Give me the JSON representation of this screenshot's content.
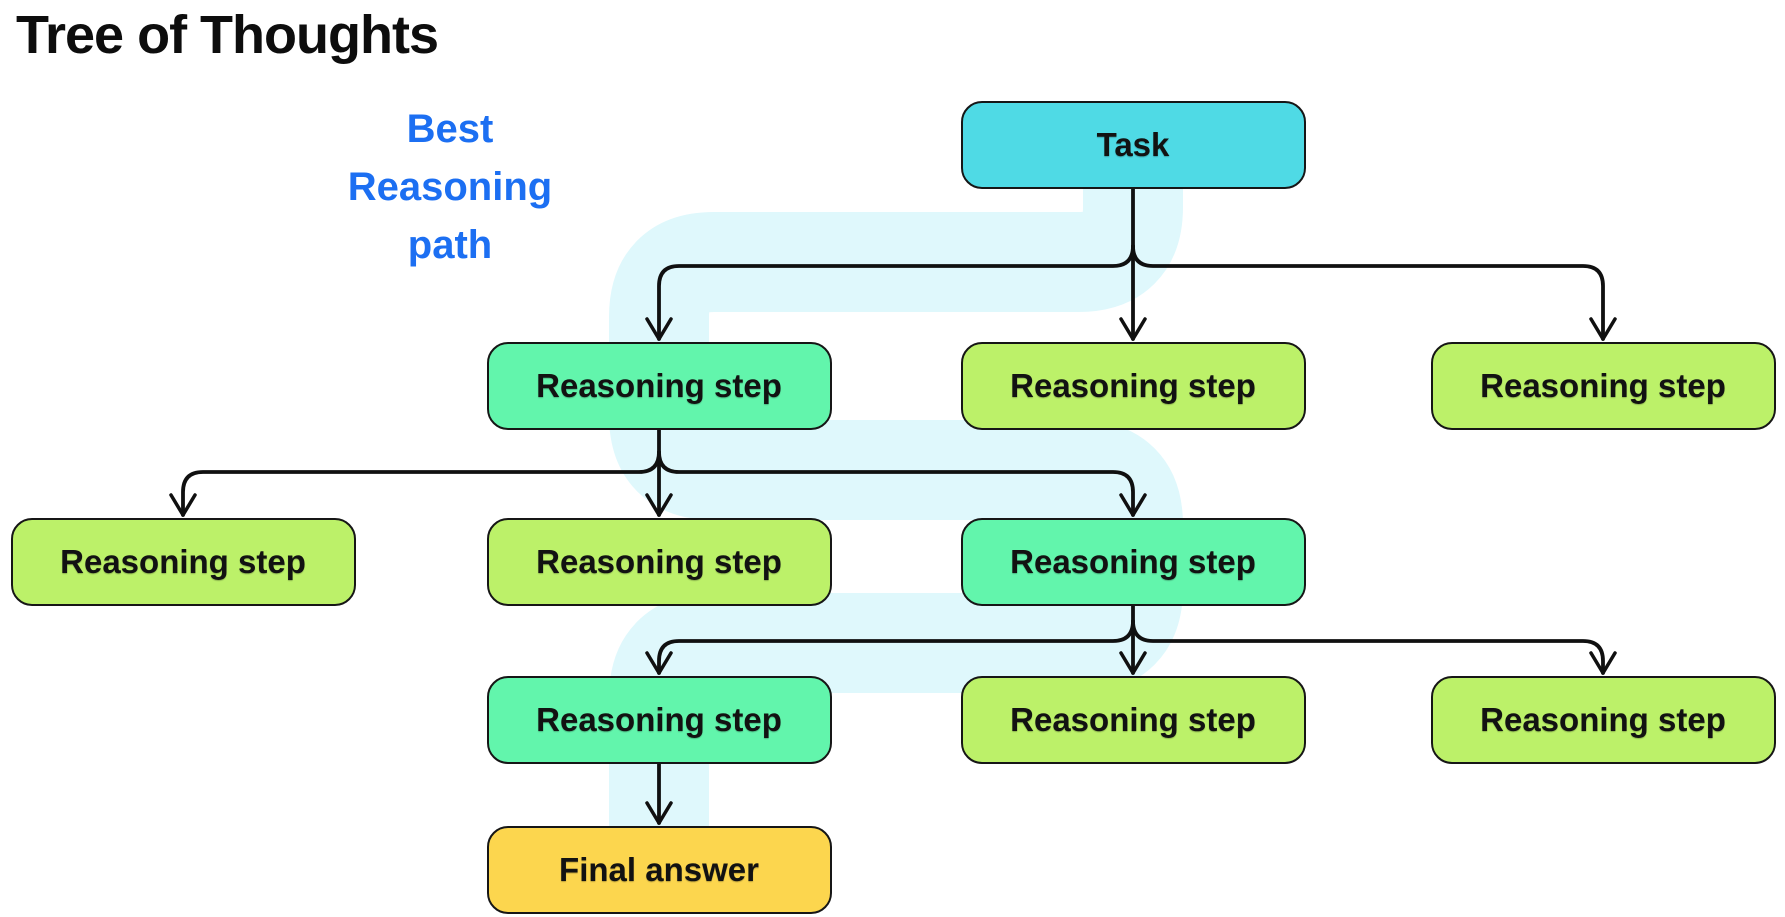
{
  "title": "Tree of Thoughts",
  "annotation": {
    "lines": [
      "Best",
      "Reasoning",
      "path"
    ],
    "color": "#1c6ff2"
  },
  "colors": {
    "background": "#ffffff",
    "task_fill": "#4fdae5",
    "best_step_fill": "#62f5ac",
    "normal_step_fill": "#bcf169",
    "final_fill": "#fcd64e",
    "node_border": "#161616",
    "connector": "#101010",
    "best_path_highlight": "#dff8fc",
    "title_color": "#0d0d0d"
  },
  "nodes": [
    {
      "id": "task",
      "label": "Task",
      "kind": "task",
      "col": "B",
      "row": "task"
    },
    {
      "id": "r2b1",
      "label": "Reasoning step",
      "kind": "best",
      "col": "A",
      "row": "r2"
    },
    {
      "id": "r2b2",
      "label": "Reasoning step",
      "kind": "normal",
      "col": "B",
      "row": "r2"
    },
    {
      "id": "r2b3",
      "label": "Reasoning step",
      "kind": "normal",
      "col": "C",
      "row": "r2"
    },
    {
      "id": "r3b1",
      "label": "Reasoning step",
      "kind": "normal",
      "col": "D",
      "row": "r3"
    },
    {
      "id": "r3b2",
      "label": "Reasoning step",
      "kind": "normal",
      "col": "A",
      "row": "r3"
    },
    {
      "id": "r3b3",
      "label": "Reasoning step",
      "kind": "best",
      "col": "B",
      "row": "r3"
    },
    {
      "id": "r4b1",
      "label": "Reasoning step",
      "kind": "best",
      "col": "A",
      "row": "r4"
    },
    {
      "id": "r4b2",
      "label": "Reasoning step",
      "kind": "normal",
      "col": "B",
      "row": "r4"
    },
    {
      "id": "r4b3",
      "label": "Reasoning step",
      "kind": "normal",
      "col": "C",
      "row": "r4"
    },
    {
      "id": "final",
      "label": "Final answer",
      "kind": "final",
      "col": "A",
      "row": "final"
    }
  ],
  "edges": [
    {
      "from": "task",
      "to": [
        "r2b1",
        "r2b2",
        "r2b3"
      ]
    },
    {
      "from": "r2b1",
      "to": [
        "r3b1",
        "r3b2",
        "r3b3"
      ]
    },
    {
      "from": "r3b3",
      "to": [
        "r4b1",
        "r4b2",
        "r4b3"
      ]
    },
    {
      "from": "r4b1",
      "to": [
        "final"
      ]
    }
  ],
  "best_path": [
    "task",
    "r2b1",
    "r3b3",
    "r4b1",
    "final"
  ]
}
